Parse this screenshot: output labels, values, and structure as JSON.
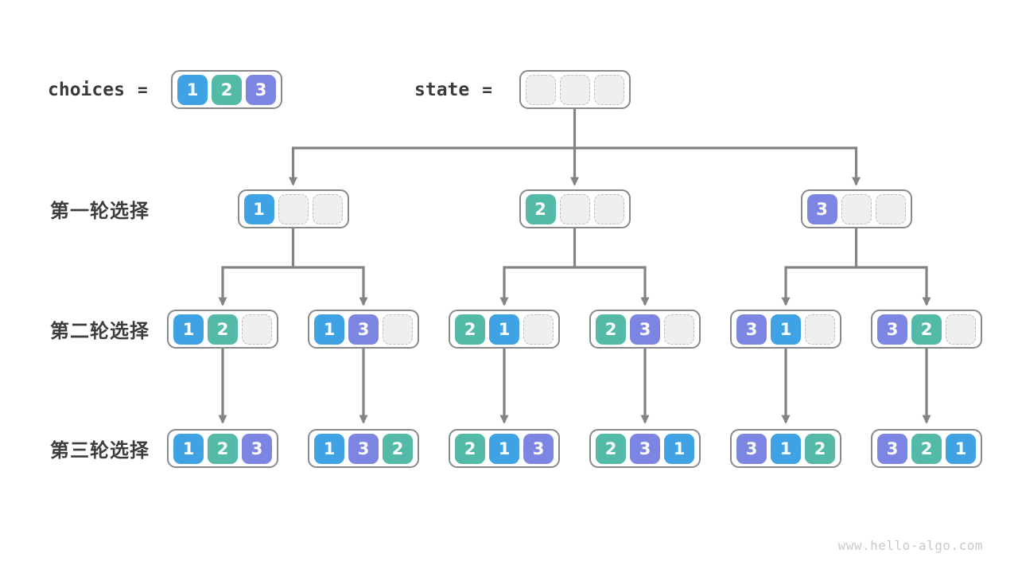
{
  "header": {
    "choices_label": "choices",
    "equals_sign": "=",
    "choices_values": [
      1,
      2,
      3
    ],
    "state_label": "state",
    "state_slot_count": 3
  },
  "rows": [
    {
      "label": "第一轮选择",
      "boxes": [
        [
          1,
          null,
          null
        ],
        [
          2,
          null,
          null
        ],
        [
          3,
          null,
          null
        ]
      ]
    },
    {
      "label": "第二轮选择",
      "boxes": [
        [
          1,
          2,
          null
        ],
        [
          1,
          3,
          null
        ],
        [
          2,
          1,
          null
        ],
        [
          2,
          3,
          null
        ],
        [
          3,
          1,
          null
        ],
        [
          3,
          2,
          null
        ]
      ]
    },
    {
      "label": "第三轮选择",
      "boxes": [
        [
          1,
          2,
          3
        ],
        [
          1,
          3,
          2
        ],
        [
          2,
          1,
          3
        ],
        [
          2,
          3,
          1
        ],
        [
          3,
          1,
          2
        ],
        [
          3,
          2,
          1
        ]
      ]
    }
  ],
  "colors": {
    "tile_1": "#3fa2e5",
    "tile_2": "#52baa6",
    "tile_3": "#7d85e2",
    "empty_slot": "#efefef",
    "box_border": "#8a8a8a",
    "arrow": "#838383",
    "text": "#3d3d3d"
  },
  "footer": {
    "watermark": "www.hello-algo.com"
  }
}
